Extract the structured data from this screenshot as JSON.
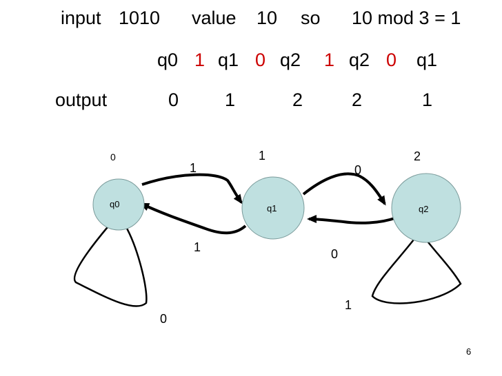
{
  "header": {
    "line1": {
      "input_label": "input",
      "input_value": "1010",
      "value_label": "value",
      "value_number": "10",
      "so_label": "so",
      "expression": "10 mod 3 = 1"
    },
    "trace": [
      {
        "state": "q0",
        "symbol": "1"
      },
      {
        "state": "q1",
        "symbol": "0"
      },
      {
        "state": "q2",
        "symbol": "1"
      },
      {
        "state": "q2",
        "symbol": "0"
      },
      {
        "state": "q1",
        "symbol": ""
      }
    ],
    "output_label": "output",
    "outputs": [
      "0",
      "1",
      "2",
      "2",
      "1"
    ]
  },
  "diagram": {
    "states": [
      {
        "name": "q0",
        "output": "0"
      },
      {
        "name": "q1",
        "output": "1"
      },
      {
        "name": "q2",
        "output": "2"
      }
    ],
    "transitions": {
      "q0_to_q1": "1",
      "q1_to_q0": "1",
      "q1_to_q2": "0",
      "q2_to_q1": "0",
      "q0_loop": "0",
      "q2_loop": "1"
    }
  },
  "colors": {
    "node_fill": "#bfe0e0",
    "node_stroke": "#7a9a9a",
    "symbol_red": "#cc0000"
  },
  "page_number": "6"
}
